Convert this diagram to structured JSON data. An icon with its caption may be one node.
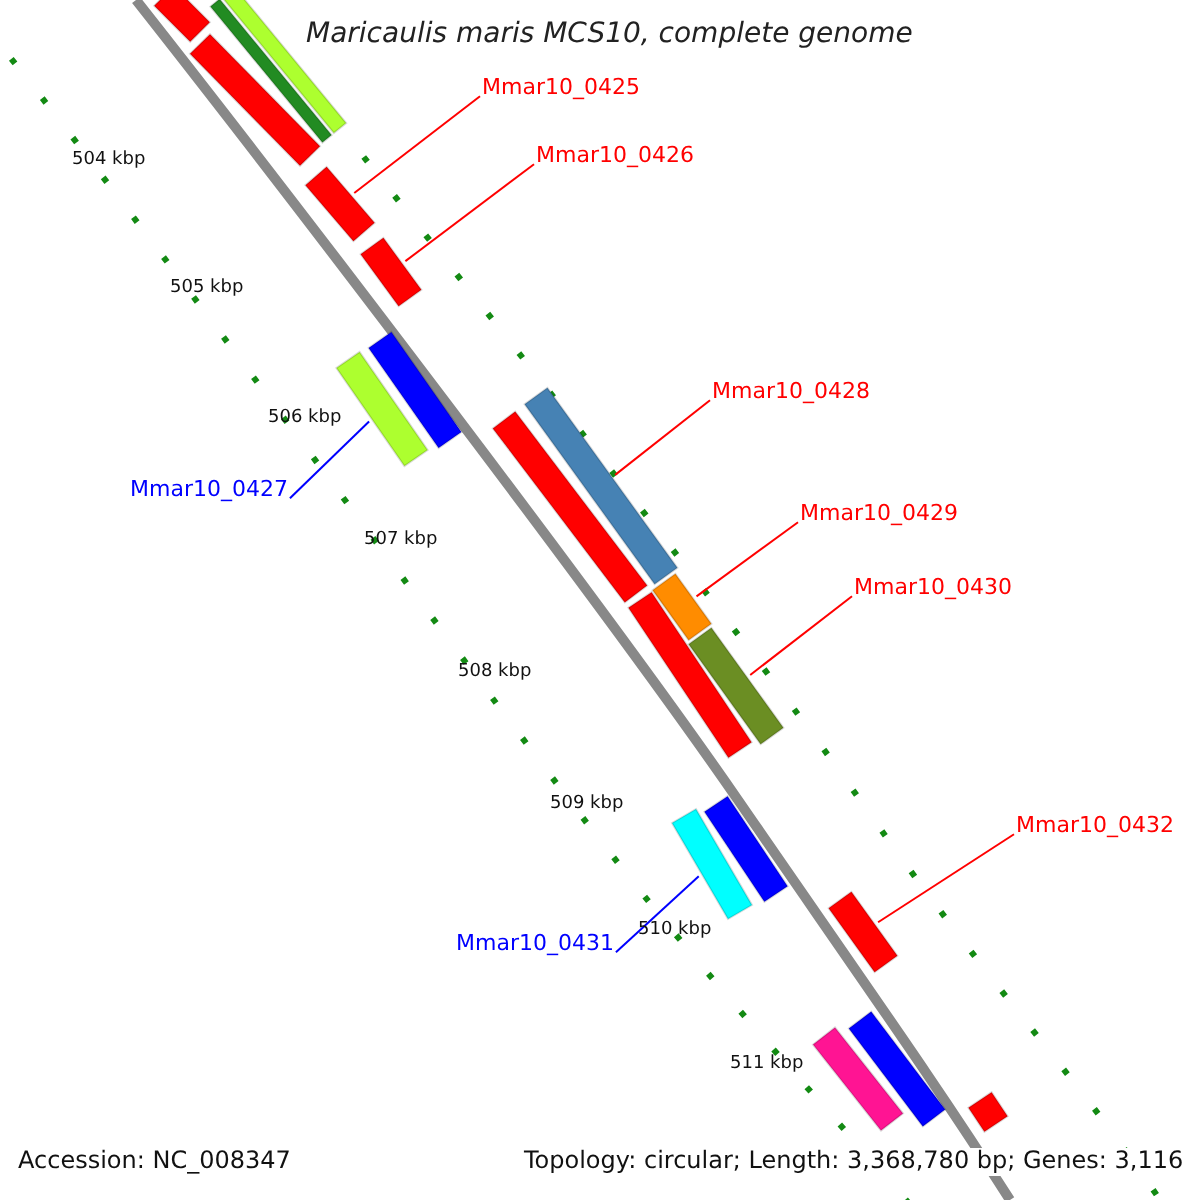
{
  "diagram": {
    "title": "Maricaulis maris MCS10, complete genome",
    "nodes": [
      {
        "text": [
          "Mmar10_0425"
        ]
      },
      {
        "text": [
          "Mmar10_0426"
        ]
      },
      {
        "text": [
          "Mmar10_0428"
        ]
      },
      {
        "text": [
          "Mmar10_0427"
        ]
      },
      {
        "text": [
          "Mmar10_0429"
        ]
      },
      {
        "text": [
          "Mmar10_0430"
        ]
      },
      {
        "text": [
          "Mmar10_0432"
        ]
      },
      {
        "text": [
          "Mmar10_0431"
        ]
      },
      {
        "text": [],
        "shape": "bar"
      },
      {
        "text": [],
        "shape": "bar"
      },
      {
        "text": [],
        "shape": "bar"
      },
      {
        "text": [],
        "shape": "bar"
      },
      {
        "text": [],
        "shape": "bar"
      },
      {
        "text": [],
        "shape": "bar"
      },
      {
        "text": [],
        "shape": "bar"
      },
      {
        "text": [],
        "shape": "bar"
      },
      {
        "text": [],
        "shape": "bar"
      },
      {
        "text": [],
        "shape": "bar"
      },
      {
        "text": [],
        "shape": "bar"
      },
      {
        "text": [],
        "shape": "bar"
      },
      {
        "text": [],
        "shape": "bar"
      },
      {
        "text": [],
        "shape": "bar"
      },
      {
        "text": [],
        "shape": "bar"
      },
      {
        "text": [],
        "shape": "bar"
      },
      {
        "text": [],
        "shape": "bar"
      },
      {
        "text": [],
        "shape": "bar"
      },
      {
        "text": [],
        "shape": "bar"
      }
    ],
    "edges": [
      {
        "from": 0,
        "to": 8,
        "arrow": "none"
      },
      {
        "from": 1,
        "to": 9,
        "arrow": "none"
      },
      {
        "from": 2,
        "to": 11,
        "arrow": "none"
      },
      {
        "from": 3,
        "to": 10,
        "arrow": "none",
        "color": "#0000ff"
      },
      {
        "from": 4,
        "to": 12,
        "arrow": "none"
      },
      {
        "from": 5,
        "to": 13,
        "arrow": "none"
      },
      {
        "from": 6,
        "to": 15,
        "arrow": "none"
      },
      {
        "from": 7,
        "to": 14,
        "arrow": "none",
        "color": "#0000ff"
      }
    ],
    "labels": [
      "504 kbp",
      "505 kbp",
      "506 kbp",
      "507 kbp",
      "508 kbp",
      "509 kbp",
      "510 kbp",
      "511 kbp",
      "Accession: NC_008347",
      "Topology: circular; Length: 3,368,780 bp; Genes: 3,116"
    ]
  }
}
